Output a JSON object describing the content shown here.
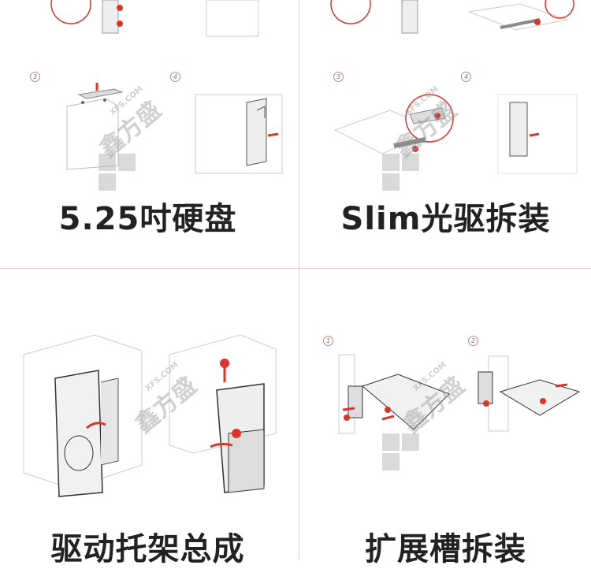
{
  "panels": [
    {
      "caption": "5.25吋硬盘",
      "steps": [
        "3",
        "4"
      ]
    },
    {
      "caption": "Slim光驱拆装",
      "steps": [
        "3",
        "4"
      ]
    },
    {
      "caption": "驱动托架总成",
      "steps": []
    },
    {
      "caption": "扩展槽拆装",
      "steps": [
        "1",
        "2"
      ]
    }
  ],
  "callouts": [
    "1",
    "2"
  ],
  "watermark": {
    "brand": "鑫方盛",
    "domain": "XFS.COM"
  },
  "colors": {
    "accent": "#d9372a",
    "line": "#bbbbbb",
    "text": "#222222"
  }
}
